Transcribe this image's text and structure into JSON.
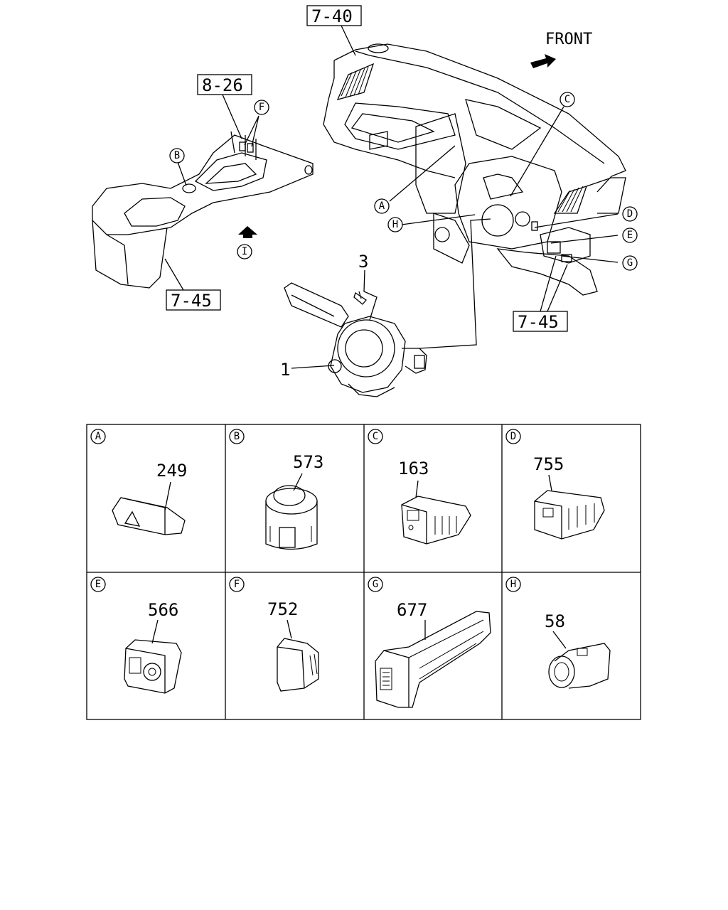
{
  "diagram": {
    "front_label": "FRONT",
    "refs": {
      "top": "7-40",
      "console": "8-26",
      "left_bottom": "7-45",
      "right_bottom": "7-45"
    },
    "callouts": {
      "A": "A",
      "B": "B",
      "C": "C",
      "D": "D",
      "E": "E",
      "F": "F",
      "G": "G",
      "H": "H",
      "I": "I"
    },
    "parts": {
      "combination_switch": "1",
      "screw": "3"
    },
    "detail_grid": [
      {
        "letter": "A",
        "part": "249"
      },
      {
        "letter": "B",
        "part": "573"
      },
      {
        "letter": "C",
        "part": "163"
      },
      {
        "letter": "D",
        "part": "755"
      },
      {
        "letter": "E",
        "part": "566"
      },
      {
        "letter": "F",
        "part": "752"
      },
      {
        "letter": "G",
        "part": "677"
      },
      {
        "letter": "H",
        "part": "58"
      }
    ]
  }
}
